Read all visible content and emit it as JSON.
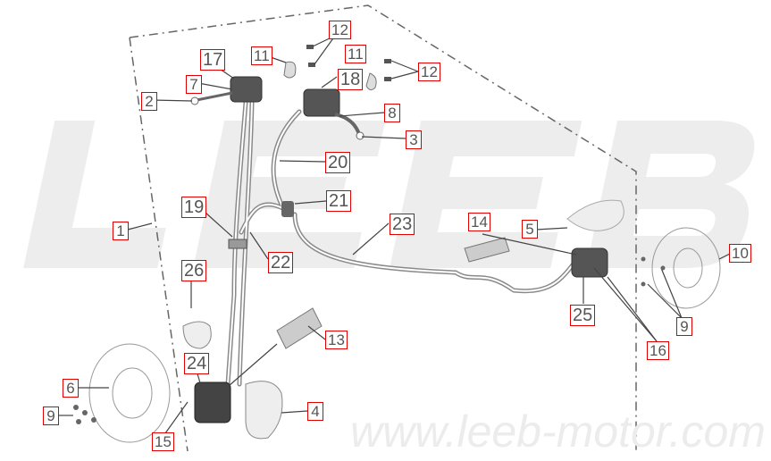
{
  "watermark": {
    "logo": "LEEB",
    "url": "www.leeb-motor.com"
  },
  "colors": {
    "label_border": "#e00000",
    "line": "#555555",
    "hose": "#9a9a9a"
  },
  "labels": [
    {
      "id": "1",
      "text": "1"
    },
    {
      "id": "2",
      "text": "2"
    },
    {
      "id": "3",
      "text": "3"
    },
    {
      "id": "4",
      "text": "4"
    },
    {
      "id": "5",
      "text": "5"
    },
    {
      "id": "6",
      "text": "6"
    },
    {
      "id": "7",
      "text": "7"
    },
    {
      "id": "8",
      "text": "8"
    },
    {
      "id": "9a",
      "text": "9"
    },
    {
      "id": "9b",
      "text": "9"
    },
    {
      "id": "10",
      "text": "10"
    },
    {
      "id": "11a",
      "text": "11"
    },
    {
      "id": "11b",
      "text": "11"
    },
    {
      "id": "12a",
      "text": "12"
    },
    {
      "id": "12b",
      "text": "12"
    },
    {
      "id": "13",
      "text": "13"
    },
    {
      "id": "14",
      "text": "14"
    },
    {
      "id": "15",
      "text": "15"
    },
    {
      "id": "16",
      "text": "16"
    },
    {
      "id": "17",
      "text": "17"
    },
    {
      "id": "18",
      "text": "18"
    },
    {
      "id": "19",
      "text": "19"
    },
    {
      "id": "20",
      "text": "20"
    },
    {
      "id": "21",
      "text": "21"
    },
    {
      "id": "22",
      "text": "22"
    },
    {
      "id": "23",
      "text": "23"
    },
    {
      "id": "24",
      "text": "24"
    },
    {
      "id": "25",
      "text": "25"
    },
    {
      "id": "26",
      "text": "26"
    }
  ]
}
